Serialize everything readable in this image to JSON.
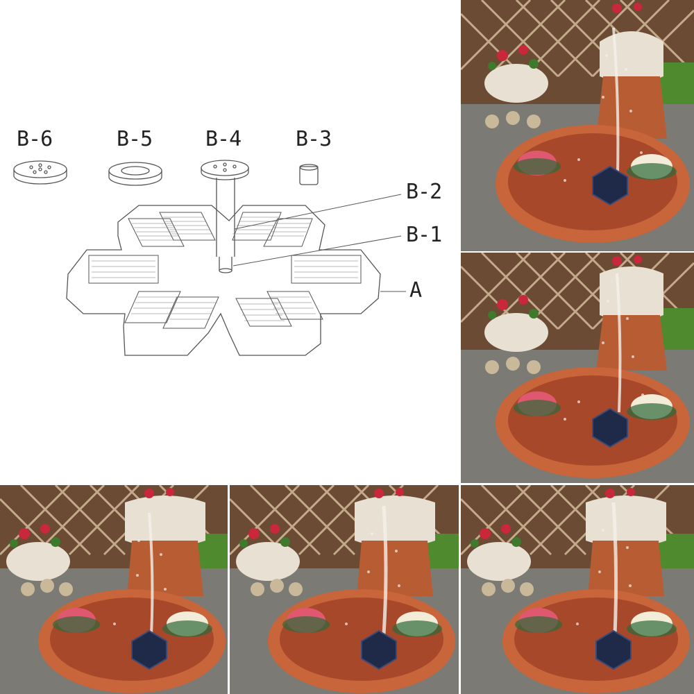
{
  "diagram": {
    "labels": {
      "b6": "B-6",
      "b5": "B-5",
      "b4": "B-4",
      "b3": "B-3",
      "b2": "B-2",
      "b1": "B-1",
      "a": "A"
    }
  },
  "photos": [
    {
      "name": "fountain-photo-top-right"
    },
    {
      "name": "fountain-photo-middle-right"
    },
    {
      "name": "fountain-photo-bottom-left"
    },
    {
      "name": "fountain-photo-bottom-middle"
    },
    {
      "name": "fountain-photo-bottom-right"
    }
  ],
  "colors": {
    "bowl": "#c8653a",
    "water": "#a8482a",
    "grass": "#4f8a2e",
    "trellis": "#7a5538",
    "pot": "#e8e0d2",
    "panel": "#1e2a48"
  }
}
